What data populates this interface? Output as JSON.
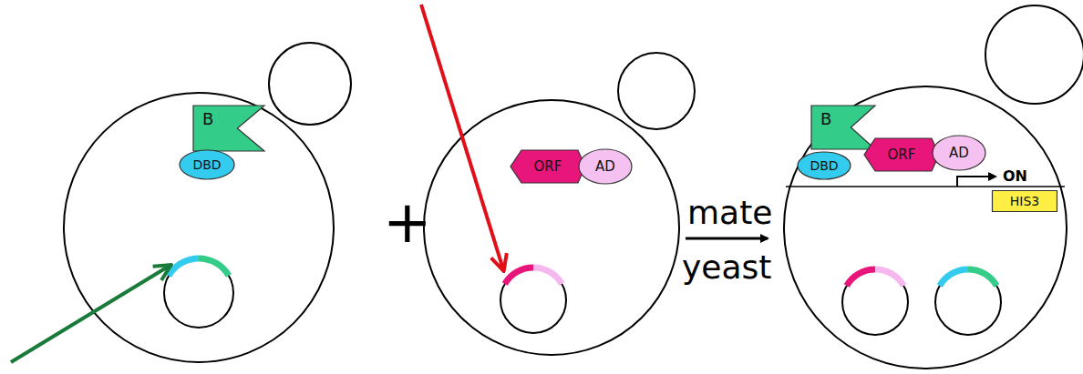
{
  "diagram": {
    "nodes": [
      {
        "text": [
          "B"
        ]
      },
      {
        "text": [
          "DBD"
        ]
      },
      {
        "text": [
          "ORF"
        ]
      },
      {
        "text": [
          "AD"
        ]
      },
      {
        "text": [
          "B"
        ]
      },
      {
        "text": [
          "ORF"
        ]
      },
      {
        "text": [
          "AD"
        ]
      },
      {
        "text": [
          "DBD"
        ]
      },
      {
        "text": [
          "HIS3"
        ]
      }
    ],
    "labels": [
      "+",
      "mate",
      "yeast",
      "ON"
    ]
  }
}
